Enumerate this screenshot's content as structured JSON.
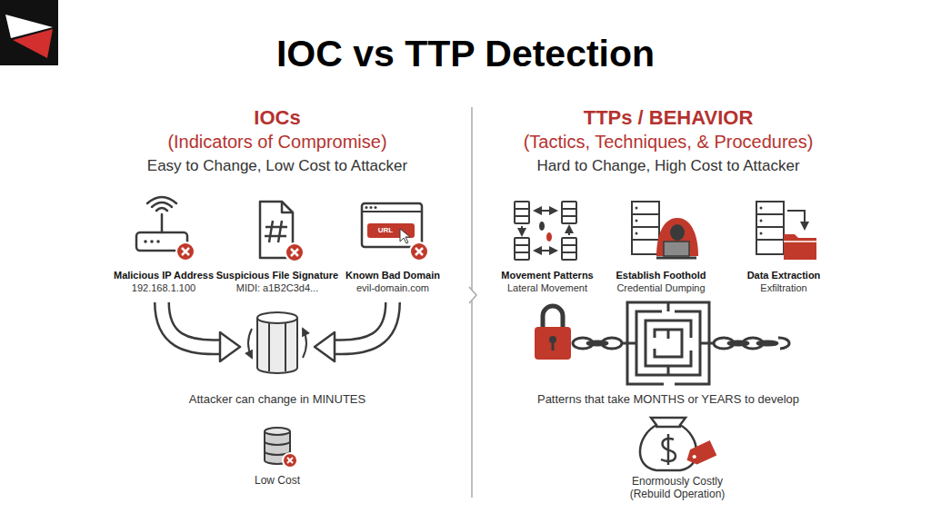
{
  "diagram": {
    "title": "IOC vs TTP Detection",
    "labels": [
      "IOCs",
      "(Indicators of Compromise)",
      "Easy to Change, Low Cost to Attacker",
      "Malicious IP Address",
      "192.168.1.100",
      "Suspicious File Signature",
      "MIDI: a1B2C3d4...",
      "URL",
      "Known Bad Domain",
      "evil-domain.com",
      "Attacker can change in MINUTES",
      "Low Cost",
      "TTPs / BEHAVIOR",
      "(Tactics, Techniques, & Procedures)",
      "Hard to Change, High Cost to Attacker",
      "Movement Patterns",
      "Lateral Movement",
      "Establish Foothold",
      "Credential Dumping",
      "Data Extraction",
      "Exfiltration",
      "Patterns that take MONTHS or YEARS to develop",
      "Enormously Costly",
      "(Rebuild Operation)"
    ]
  }
}
